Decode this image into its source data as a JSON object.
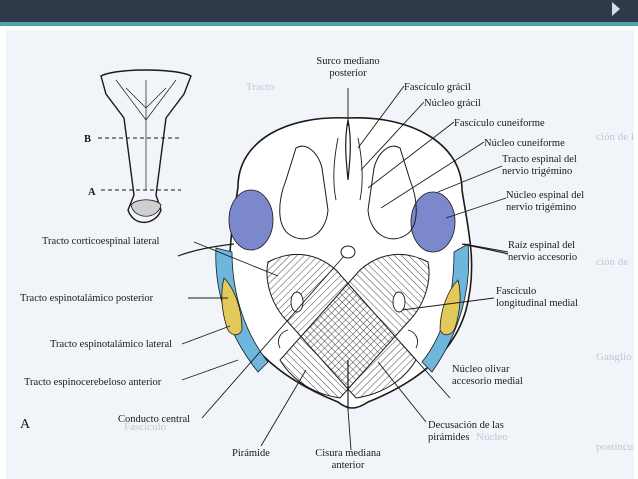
{
  "slide": {
    "theme_colors": {
      "topbar": "#2e3949",
      "accent": "#4fa3a8",
      "nucleus_blue": "#7c88cc",
      "tract_blue": "#6fb6dc",
      "tract_yellow": "#e3c85a"
    }
  },
  "figure": {
    "figure_letter": "A",
    "inset": {
      "level_b": "B",
      "level_a": "A"
    },
    "labels_right": [
      {
        "key": "surco",
        "text": "Surco mediano\nposterior"
      },
      {
        "key": "fasc_gracil",
        "text": "Fascículo grácil"
      },
      {
        "key": "nuc_gracil",
        "text": "Núcleo grácil"
      },
      {
        "key": "fasc_cuneiforme",
        "text": "Fascículo cuneiforme"
      },
      {
        "key": "nuc_cuneiforme",
        "text": "Núcleo cuneiforme"
      },
      {
        "key": "tracto_trigemino",
        "text": "Tracto espinal del\nnervio trigémino"
      },
      {
        "key": "nuc_trigemino",
        "text": "Núcleo espinal del\nnervio trigémino"
      },
      {
        "key": "raiz_accesorio",
        "text": "Raíz espinal del\nnervio accesorio"
      },
      {
        "key": "fasc_longitudinal",
        "text": "Fascículo\nlongitudinal medial"
      },
      {
        "key": "olivar",
        "text": "Núcleo olivar\naccesorio medial"
      },
      {
        "key": "decusacion",
        "text": "Decusación de las\npirámides"
      },
      {
        "key": "cisura",
        "text": "Cisura mediana\nanterior"
      },
      {
        "key": "piramide",
        "text": "Pirámide"
      }
    ],
    "labels_left": [
      {
        "key": "corticoespinal",
        "text": "Tracto corticoespinal lateral"
      },
      {
        "key": "espinotal_post",
        "text": "Tracto espinotalámico posterior"
      },
      {
        "key": "espinotal_lat",
        "text": "Tracto espinotalámico lateral"
      },
      {
        "key": "espinocereb",
        "text": "Tracto espinocerebeloso anterior"
      },
      {
        "key": "conducto",
        "text": "Conducto central"
      }
    ]
  }
}
